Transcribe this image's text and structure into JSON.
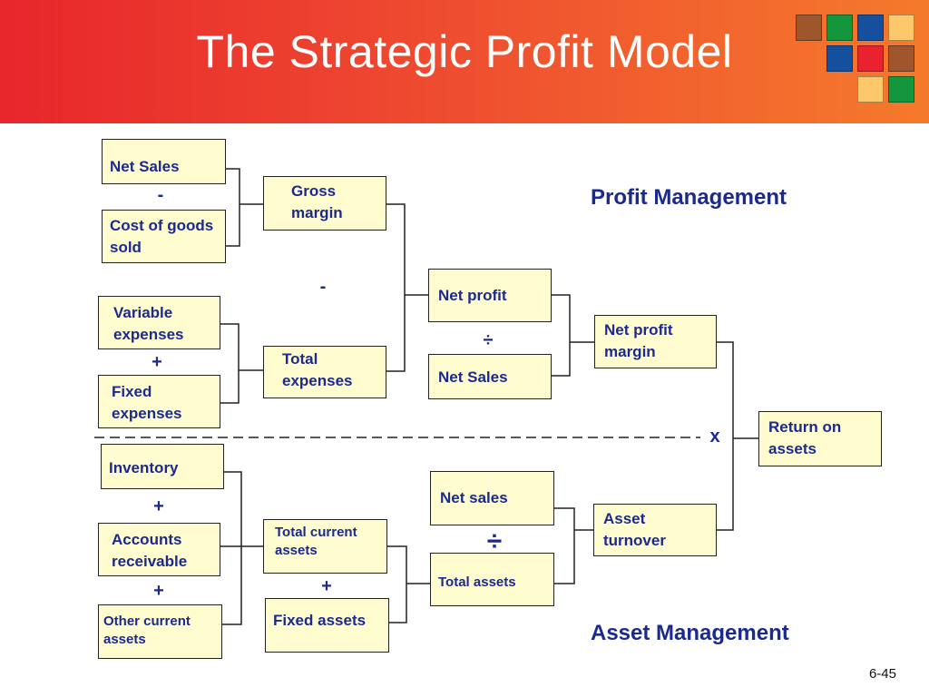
{
  "slide": {
    "title": "The Strategic Profit Model",
    "page_number": "6-45"
  },
  "decor": {
    "tiles": [
      "#a0562c",
      "#14963c",
      "#14509e",
      "#fdc86c",
      "#14509e",
      "#ea2230",
      "#a0562c",
      "#fdc86c",
      "#14963c"
    ]
  },
  "profit_management": {
    "label": "Profit Management",
    "net_sales": "Net Sales",
    "cost_of_goods_sold": "Cost of goods sold",
    "gross_margin": "Gross margin",
    "variable_expenses": "Variable expenses",
    "fixed_expenses": "Fixed expenses",
    "total_expenses": "Total expenses",
    "net_profit": "Net profit",
    "net_sales_2": "Net Sales",
    "net_profit_margin": "Net profit margin",
    "op_minus_1": "-",
    "op_plus_1": "+",
    "op_minus_2": "-",
    "op_divide_1": "÷"
  },
  "return_on_assets": {
    "label": "Return on assets",
    "op_multiply": "x"
  },
  "asset_management": {
    "label": "Asset Management",
    "inventory": "Inventory",
    "accounts_receivable": "Accounts receivable",
    "other_current_assets": "Other current assets",
    "total_current_assets": "Total current assets",
    "fixed_assets": "Fixed assets",
    "net_sales": "Net sales",
    "total_assets": "Total assets",
    "asset_turnover": "Asset turnover",
    "op_plus_1": "+",
    "op_plus_2": "+",
    "op_plus_3": "+",
    "op_divide": "÷"
  }
}
